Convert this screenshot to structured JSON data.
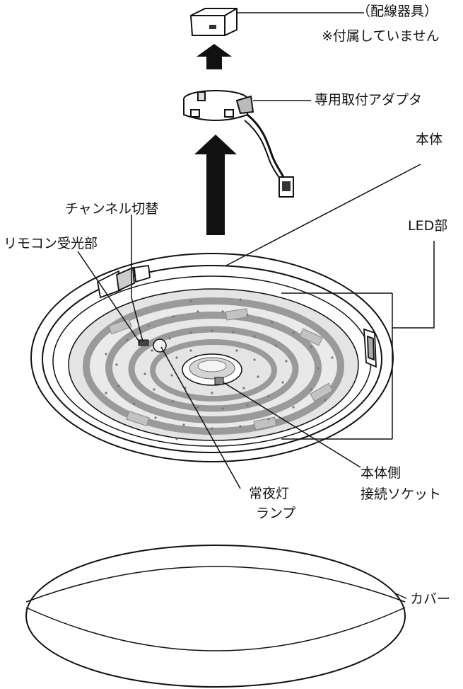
{
  "labels": {
    "wiring_device": "（配線器具）",
    "not_included": "※付属していません",
    "adapter": "専用取付アダプタ",
    "main_body": "本体",
    "channel_switch": "チャンネル切替",
    "remote_receiver": "リモコン受光部",
    "led_unit": "LED部",
    "night_lamp_line1": "常夜灯",
    "night_lamp_line2": "ランプ",
    "body_socket_line1": "本体側",
    "body_socket_line2": "接続ソケット",
    "cover": "カバー"
  },
  "colors": {
    "line": "#111111",
    "led_plate": "#e4e4e4",
    "led_ring": "#cfcfcf",
    "slot": "#bdbdbd"
  }
}
